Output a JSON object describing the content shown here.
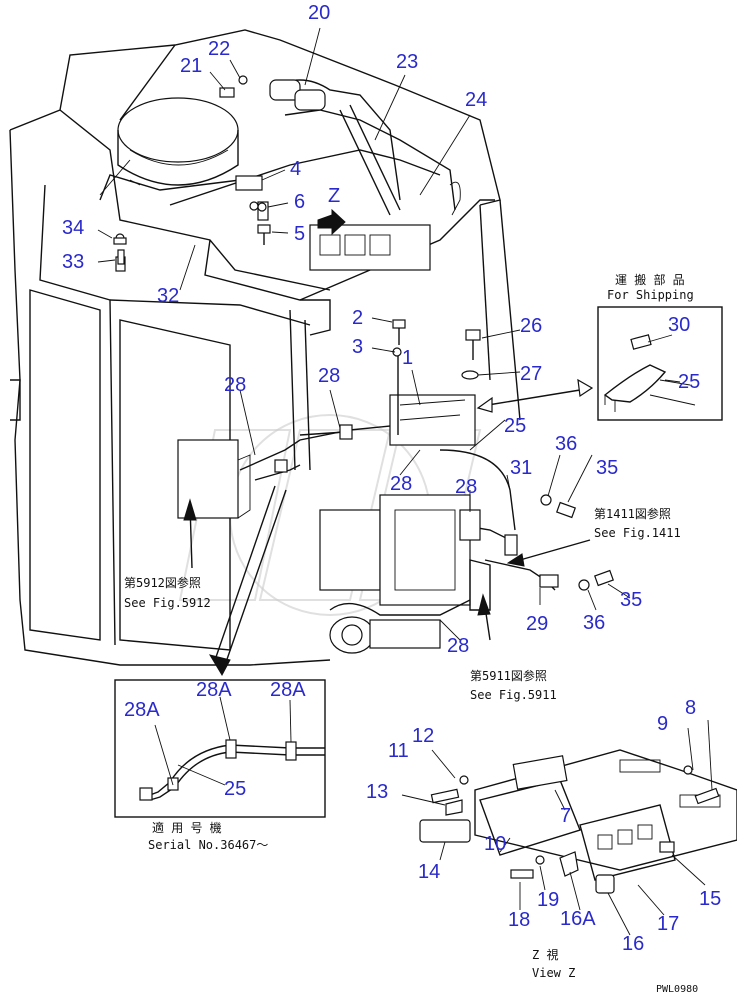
{
  "diagram": {
    "callouts": {
      "c20": "20",
      "c22": "22",
      "c21": "21",
      "c23": "23",
      "c24": "24",
      "c4": "4",
      "c6": "6",
      "c5": "5",
      "cZ": "Z",
      "c34": "34",
      "c33": "33",
      "c32": "32",
      "c2": "2",
      "c3": "3",
      "c1": "1",
      "c26": "26",
      "c27": "27",
      "c30": "30",
      "c25a": "25",
      "c28a": "28",
      "c28b": "28",
      "c25b": "25",
      "c36a": "36",
      "c35a": "35",
      "c31": "31",
      "c28c": "28",
      "c28d": "28",
      "c29": "29",
      "c36b": "36",
      "c35b": "35",
      "c28e": "28",
      "c28A1": "28A",
      "c28A2": "28A",
      "c28A3": "28A",
      "c25c": "25",
      "c8": "8",
      "c9": "9",
      "c11": "11",
      "c12": "12",
      "c13": "13",
      "c7": "7",
      "c10": "10",
      "c14": "14",
      "c15": "15",
      "c17": "17",
      "c19": "19",
      "c18": "18",
      "c16A": "16A",
      "c16": "16"
    },
    "notes": {
      "shipping_jp": "運 搬 部 品",
      "shipping_en": "For Shipping",
      "ref1411_jp": "第1411図参照",
      "ref1411_en": "See Fig.1411",
      "ref5912_jp": "第5912図参照",
      "ref5912_en": "See Fig.5912",
      "ref5911_jp": "第5911図参照",
      "ref5911_en": "See Fig.5911",
      "serial_jp": "適 用 号 機",
      "serial_en": "Serial No.36467～",
      "viewz_jp": "Z  視",
      "viewz_en": "View Z",
      "code": "PWL0980"
    }
  }
}
